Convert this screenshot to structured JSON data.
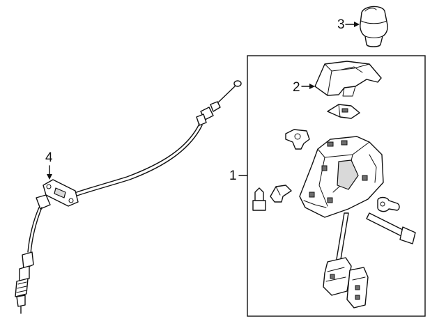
{
  "diagram": {
    "callouts": [
      {
        "id": "1",
        "label": "1"
      },
      {
        "id": "2",
        "label": "2"
      },
      {
        "id": "3",
        "label": "3"
      },
      {
        "id": "4",
        "label": "4"
      }
    ],
    "colors": {
      "line": "#111111",
      "background": "#ffffff",
      "shade": "#d9d9d9"
    }
  }
}
